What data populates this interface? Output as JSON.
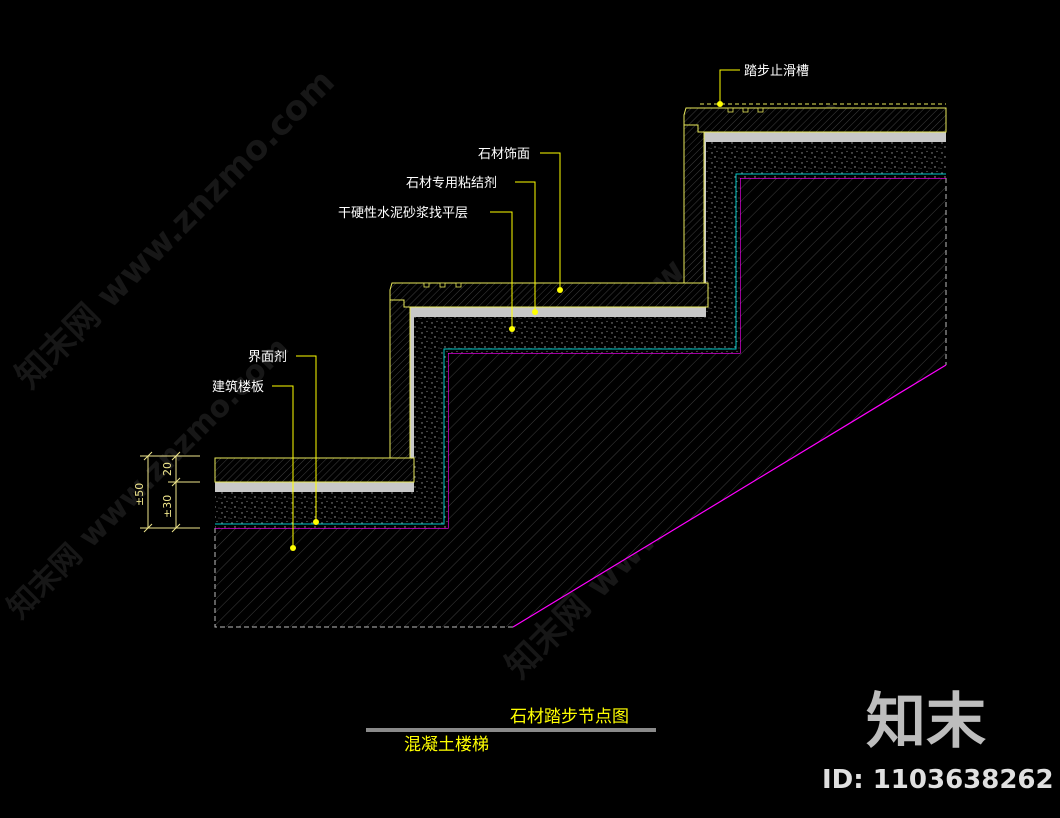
{
  "labels": {
    "anti_slip_groove": "踏步止滑槽",
    "stone_finish": "石材饰面",
    "stone_adhesive": "石材专用粘结剂",
    "dry_mortar": "干硬性水泥砂浆找平层",
    "interface_agent": "界面剂",
    "floor_slab": "建筑楼板"
  },
  "dimensions": {
    "total": "±50",
    "top": "20",
    "bottom": "±30"
  },
  "title": {
    "main": "石材踏步节点图",
    "sub": "混凝土楼梯"
  },
  "watermark": {
    "text": "知末网 www.znzmo.com",
    "logo": "知末",
    "id": "ID: 1103638262"
  },
  "colors": {
    "background": "#000000",
    "leader": "#ffff00",
    "slab_outline": "#ff00ff",
    "interface_line": "#00c8c8",
    "adhesive": "#c8c8c8",
    "stone_outline": "#e8e85a"
  }
}
